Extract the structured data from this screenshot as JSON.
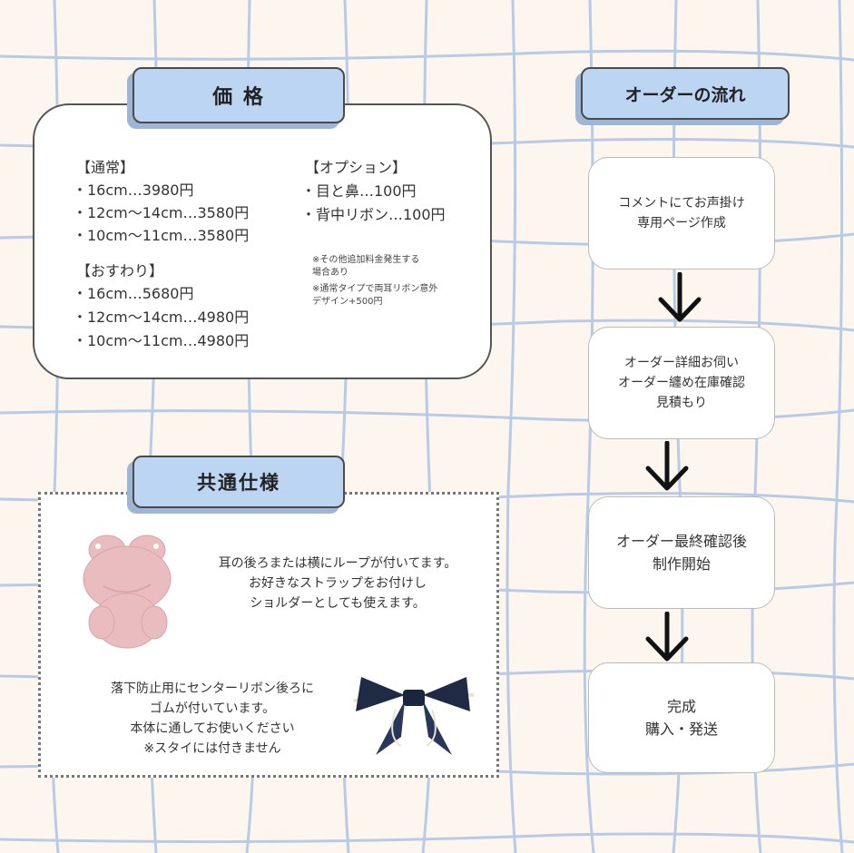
{
  "price": {
    "heading": "価 格",
    "regular_title": "【通常】",
    "regular_items": [
      "・16cm…3980円",
      "・12cm〜14cm…3580円",
      "・10cm〜11cm…3580円"
    ],
    "sitting_title": "【おすわり】",
    "sitting_items": [
      "・16cm…5680円",
      "・12cm〜14cm…4980円",
      "・10cm〜11cm…4980円"
    ],
    "option_title": "【オプション】",
    "option_items": [
      "・目と鼻…100円",
      "・背中リボン…100円"
    ],
    "notes": [
      "※その他追加料金発生する",
      "場合あり",
      "※通常タイプで両耳リボン意外",
      "デザイン+500円"
    ]
  },
  "spec": {
    "heading": "共通仕様",
    "loop_lines": [
      "耳の後ろまたは横にループが付いてます。",
      "お好きなストラップをお付けし",
      "ショルダーとしても使えます。"
    ],
    "ribbon_lines": [
      "落下防止用にセンターリボン後ろに",
      "ゴムが付いています。",
      "本体に通してお使いください",
      "※スタイには付きません"
    ]
  },
  "flow": {
    "heading": "オーダーの流れ",
    "steps": [
      [
        "コメントにてお声掛け",
        "専用ページ作成"
      ],
      [
        "オーダー詳細お伺い",
        "オーダー纏め在庫確認",
        "見積もり"
      ],
      [
        "オーダー最終確認後",
        "制作開始"
      ],
      [
        "完成",
        "購入・発送"
      ]
    ]
  },
  "colors": {
    "background": "#fcf6ef",
    "grid_line": "#b8cbe6",
    "tab_fill": "#bcd5f3",
    "tab_shadow": "#9fb5d6",
    "ribbon_navy": "#1f2b45",
    "pink_bag": "#e9bcc0"
  }
}
